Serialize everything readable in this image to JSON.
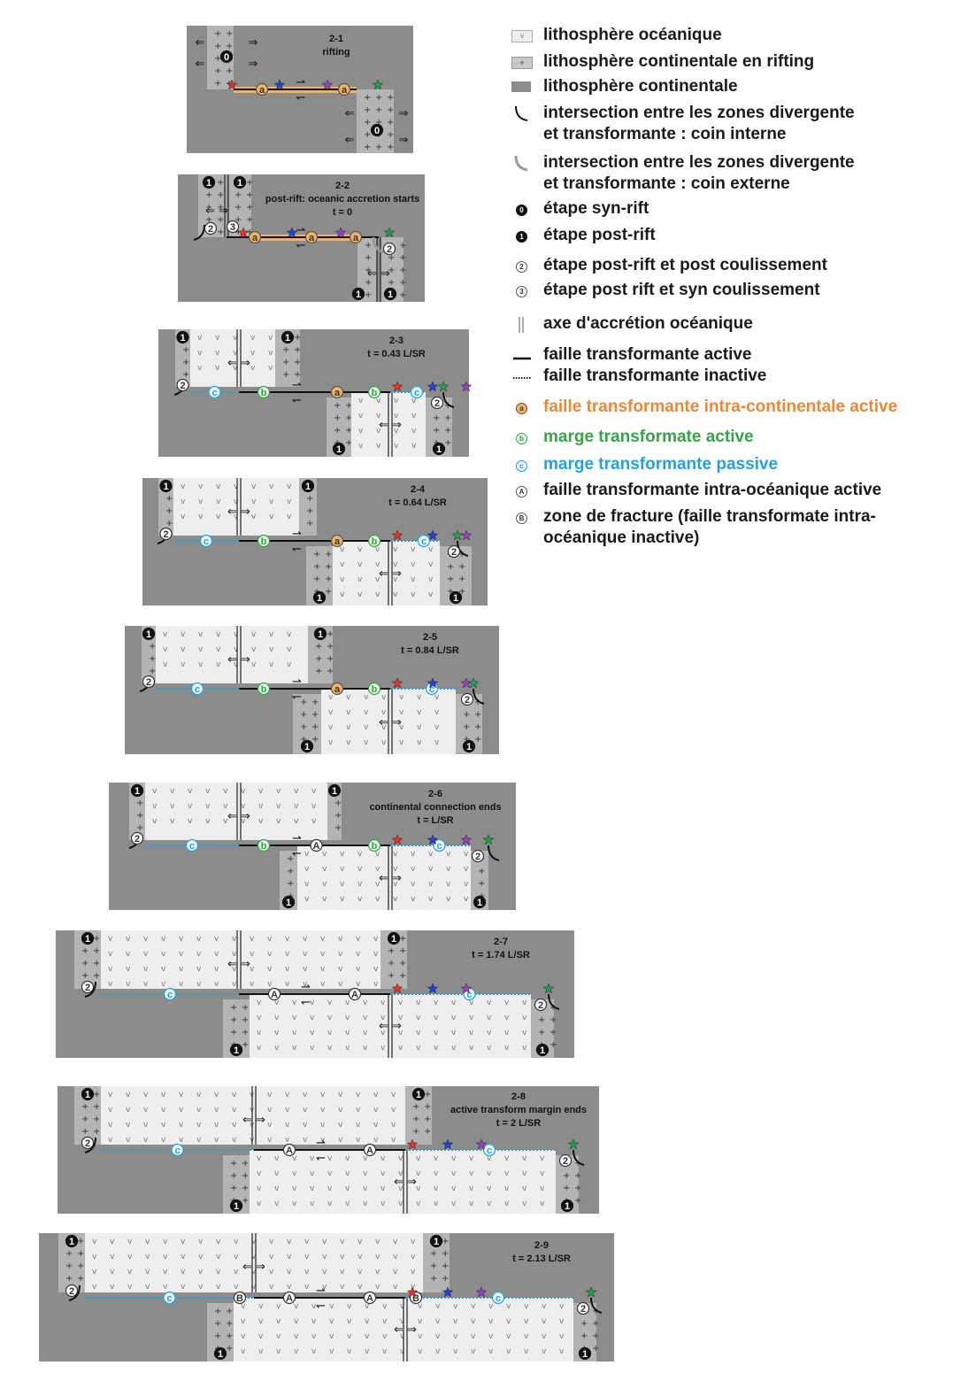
{
  "legend": {
    "items": [
      {
        "key": "oceanic",
        "text": "lithosphère océanique",
        "color": "#1a1a1a"
      },
      {
        "key": "rifting",
        "text": "lithosphère continentale en rifting",
        "color": "#1a1a1a"
      },
      {
        "key": "continental",
        "text": "lithosphère continentale",
        "color": "#1a1a1a"
      },
      {
        "key": "inner-corner",
        "text": "intersection entre les zones divergente\net transformante : coin interne",
        "color": "#1a1a1a"
      },
      {
        "key": "outer-corner",
        "text": "intersection entre les zones divergente\net transformante : coin externe",
        "color": "#1a1a1a"
      },
      {
        "key": "synrift",
        "text": "étape syn-rift",
        "color": "#1a1a1a",
        "marker": "0"
      },
      {
        "key": "postrift",
        "text": "étape post-rift",
        "color": "#1a1a1a",
        "marker": "1"
      },
      {
        "key": "post-slip",
        "text": "étape post-rift et post coulissement",
        "color": "#1a1a1a",
        "marker": "2"
      },
      {
        "key": "syn-slip",
        "text": "étape post rift et syn coulissement",
        "color": "#1a1a1a",
        "marker": "3"
      },
      {
        "key": "axis",
        "text": "axe d'accrétion océanique",
        "color": "#1a1a1a"
      },
      {
        "key": "active-fault",
        "text": "faille transformante active",
        "color": "#1a1a1a"
      },
      {
        "key": "inactive-fault",
        "text": "faille transformante inactive",
        "color": "#1a1a1a"
      },
      {
        "key": "a",
        "text": "faille transformante intra-continentale active",
        "color": "#e8893a",
        "marker": "a"
      },
      {
        "key": "b",
        "text": "marge transformate active",
        "color": "#3aa14a",
        "marker": "b"
      },
      {
        "key": "c",
        "text": "marge transformante passive",
        "color": "#2a9fd6",
        "marker": "c"
      },
      {
        "key": "A",
        "text": "faille transformante intra-océanique active",
        "color": "#1a1a1a",
        "marker": "A"
      },
      {
        "key": "B",
        "text": "zone de fracture (faille transformate intra-\nocéanique inactive)",
        "color": "#1a1a1a",
        "marker": "B"
      }
    ]
  },
  "panels": [
    {
      "id": "2-1",
      "lines": [
        "2-1",
        "rifting"
      ]
    },
    {
      "id": "2-2",
      "lines": [
        "2-2",
        "post-rift: oceanic accretion starts",
        "t = 0"
      ]
    },
    {
      "id": "2-3",
      "lines": [
        "2-3",
        "t = 0.43 L/SR"
      ]
    },
    {
      "id": "2-4",
      "lines": [
        "2-4",
        "t = 0.64 L/SR"
      ]
    },
    {
      "id": "2-5",
      "lines": [
        "2-5",
        "t = 0.84 L/SR"
      ]
    },
    {
      "id": "2-6",
      "lines": [
        "2-6",
        "continental connection ends",
        "t = L/SR"
      ]
    },
    {
      "id": "2-7",
      "lines": [
        "2-7",
        "t = 1.74 L/SR"
      ]
    },
    {
      "id": "2-8",
      "lines": [
        "2-8",
        "active transform margin ends",
        "t = 2 L/SR"
      ]
    },
    {
      "id": "2-9",
      "lines": [
        "2-9",
        "t = 2.13 L/SR"
      ]
    }
  ],
  "colors": {
    "continental": "#8c8c8c",
    "rifting": "#b4b4b4",
    "oceanic": "#eeeeee",
    "orange": "#f2b266",
    "green": "#3aa14a",
    "cyan": "#2a9fd6",
    "star_red": "#e8322b",
    "star_blue": "#2a3fd6",
    "star_purple": "#9a3fc8",
    "star_green": "#22a04a"
  }
}
